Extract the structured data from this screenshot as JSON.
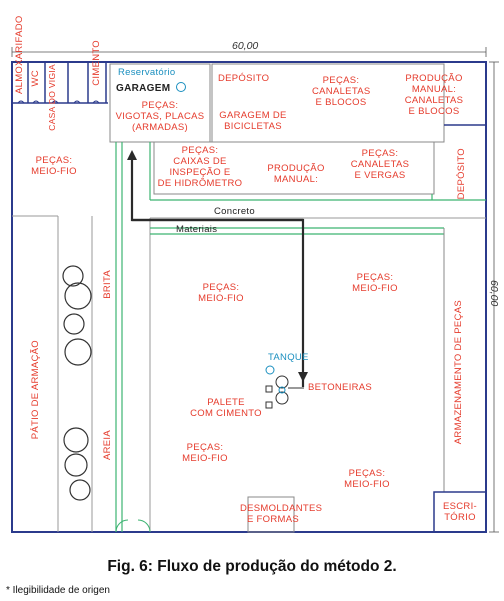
{
  "dimensions": {
    "top": "60,00",
    "right": "60,00"
  },
  "labels": {
    "almoxarifado": "ALMOXARIFADO",
    "wc": "WC",
    "casa_vigia": "CASA\nDO\nVIGIA",
    "cimento": "CIMENTO",
    "reservatorio": "Reservatório",
    "garagem": "GARAGEM",
    "pecas_vigotas": "PEÇAS:\nVIGOTAS, PLACAS\n(ARMADAS)",
    "deposito_top": "DEPÓSITO",
    "garagem_bicicletas": "GARAGEM DE\nBICICLETAS",
    "pecas_canaletas_blocos": "PEÇAS:\nCANALETAS\nE BLOCOS",
    "producao_manual_top": "PRODUÇÃO\nMANUAL: CANALETAS\nE BLOCOS",
    "pecas_meiofio_left": "PEÇAS:\nMEIO-FIO",
    "pecas_caixas": "PEÇAS:\nCAIXAS DE\nINSPEÇÃO E\nDE HIDRÔMETRO",
    "producao_manual_mid": "PRODUÇÃO\nMANUAL:",
    "pecas_canaletas_vergas": "PEÇAS:\nCANALETAS\nE VERGAS",
    "deposito_right": "DEPÓSITO",
    "concreto": "Concreto",
    "materiais": "Materiais",
    "pecas_meiofio_c1": "PEÇAS:\nMEIO-FIO",
    "pecas_meiofio_c2": "PEÇAS:\nMEIO-FIO",
    "brita": "BRITA",
    "patio_armacao": "PÁTIO DE ARMAÇÃO",
    "tanque": "TANQUE",
    "betoneiras": "BETONEIRAS",
    "palete_cimento": "PALETE\nCOM CIMENTO",
    "armazenamento": "ARMAZENAMENTO DE PEÇAS",
    "areia": "AREIA",
    "pecas_meiofio_c3": "PEÇAS:\nMEIO-FIO",
    "pecas_meiofio_c4": "PEÇAS:\nMEIO-FIO",
    "desmoldantes": "DESMOLDANTES\nE FORMAS",
    "escritorio": "ESCRI-\nTÓRIO"
  },
  "caption": "Fig. 6: Fluxo de produção do método 2.",
  "footnote": "* Ilegibilidade de origen",
  "colors": {
    "wall": "#2b3a8c",
    "label": "#e53b2c",
    "flow_green": "#3cb371",
    "flow_dark": "#2a2a2a",
    "accent_blue": "#1a8fbf"
  }
}
